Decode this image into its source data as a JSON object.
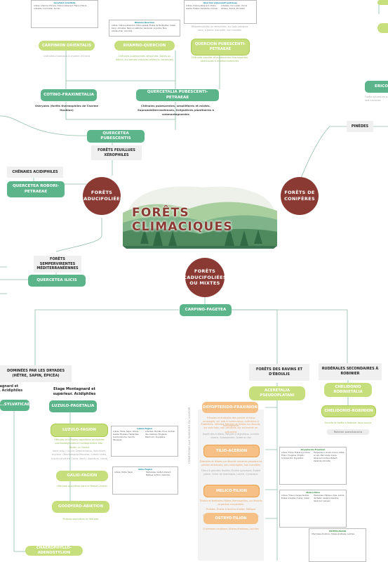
{
  "title": "FORÊTS CLIMACIQUES",
  "hubs": {
    "caducifolies": "FORÊTS CADUCIFOLIÉES",
    "coniferes": "FORÊTS DE CONIFÈRES",
    "mixtes": "FORÊTS CADUCIFOLIÉES OU MIXTES"
  },
  "top": {
    "carpinion": "CARPINION ORIENTALIS",
    "carpinion_note": "Chênaies-charmaies à charme d'Orient",
    "rhamno": "RHAMNO-QUERCION",
    "rhamno_note": "Chênaies pubescentes xérophiles. Dalles ou débris, sur pentes calcaires arides ou rocheuses",
    "quercion_pub": "QUERCION PUBESCENTI-PETRAEAE",
    "quercion_pub_note": "Chênaies sessiles et pubescentes thermophiles atlantiques à méditerranéennes",
    "top_note": "Mésoxérophiles ou xérophiles, sur sols calcaires secs, à pente marquée, non inondés",
    "cotino": "COTINO-FRAXINETALIA",
    "cotino_note": "Ostryaies (forêts thermophiles de Charme Houblon)",
    "quercetalia": "QUERCETALIA PUBESCENTI-PETRAEAE",
    "quercetalia_note": "Chênaies pubescentes, sessiliflores et mixtes. Supraméditerranéennes, irrégulières planitiaires à submontagnardes",
    "quercetea_pub": "QUERCETEA PUBESCENTIS",
    "feuillues_xero": "FORÊTS FEUILLUES XÉROPHILES"
  },
  "left": {
    "chenaies": "CHÊNAIES ACIDIPHILES",
    "quercetea_robori": "QUERCETEA ROBORI-PETRAEAE",
    "sempervirentes": "FORÊTS SEMPERVIRENTES MÉDITERRANÉENNES",
    "quercetea_ilicis": "QUERCETEA ILICIS"
  },
  "right": {
    "erico": "ERICO-",
    "erico_note": "Forêts sylvestres sur sols calcaires",
    "pinedes": "PINÈDES"
  },
  "lower": {
    "carpino_fagetea": "CARPINO-FAGETEA",
    "dominees": "DOMINÉES PAR LES DRYADES (HÊTRE, SAPIN, ÉPICÉA)",
    "montagnard_left": "...tagnard et ...r. Acidiphiles",
    "sylvaticae": "...SYLVATICAE",
    "montagnard": "Etage Montagnard et supérieur. Acidiphiles",
    "luzulo_fagetalia": "LUZULO-FAGETALIA",
    "luzulo_fagion": "LUZULO-FAGION",
    "luzulo_fagion_note1": "Hêtraies et hêtraies-sapinières acidiphiles submontagnardes à montagnardes. Mor, Moder, ou Podzol",
    "luzulo_fagion_note2": "(dont sols): Luzula, Deschampsia, Vaccinium, myrtille, Deschampsia flexuosa, Luzula nivea, Luzula sylvatica, Carex (dont). Aspidium, (dont)",
    "galio_fagion": "GALIO-FAGION",
    "galio_fagion_note": "Hêtraies-sapinières dans le Massif Central",
    "goodyero": "GOODYERO-ABIETION",
    "goodyero_note": "Pinèdes sapinières et hêtraies",
    "chaerophyllo": "CHAEROPHYLLO-ADENOSTYLION",
    "ravins": "FORÊTS DES RAVINS ET D'ÉBOULIS",
    "acerion": "ACERETALIA PSEUDOPLATANI",
    "dryopterido": "DRYOPTERIDO-FRAXINION",
    "dryopterido_note1": "Frênaies et érablaies des pentes et talus ombragés, sur sols à humus doux, collinéens à montagnards",
    "dryopterido_note2": "Érablières, hêtraies-frênaies et tiliaies sur éboulis, sur sols frais, non calcaires, sur sol enrichi en colluvions",
    "dryopterido_note3": "Aspérules à tilleul, Polystic à aiguillons, Lunaire vivace, Scolopendre, Actée en épi",
    "tilio": "TILIO-ACERION",
    "tilio_note1": "Érablaies et tiliaies sur éboulis calcaires grossiers et pentes rocheuses, peu ombragées, non inondées",
    "tilio_note2": "Tilleul à grandes feuilles, Érable sycomore, Érable plane, Orme de montagne, Laîche, Cynanque",
    "melico": "MELICO-TILION",
    "melico_note1": "Tiliaies et érablaies-tiliaies thermophiles, sur éboulis et pentes ensoleillées",
    "melico_note2": "Pinèdes, Érable à feuilles d'obier, Mélique",
    "melico_note3": "Erable. Mélique, Laîche, Trèfle, Tilleul, Seslérie, Centaurée, Chèvrefeuille, Sorbier (dont)",
    "ostryo": "OSTRYO-TILION",
    "ostryo_note": "Charmaies-houblons, tiliaies-érablaies, Laîches",
    "rudérales": "RUDÉRALES SECONDAIRES À ROBINIER",
    "chelidonio": "CHELIDONIO ROBINIETALIA",
    "chelidonio_rob": "CHELIDONIO-ROBINION",
    "chelidonio_note": "Fourrés et forêts à Robinier faux-acacia",
    "chelidonio_chip": "Robinier pseudoacacia",
    "vertical": "CONDITIONS AUX PARESSES DU VIVIFIER"
  },
  "tables": {
    "t1_head": "Quercion pubescenti-petraeae",
    "t1_cols": [
      "Arbres: Chêne pubescent, Chêne sessile, Érable champêtre, Cormier",
      "Arbustes: Cornouiller, Viorne lantane, Troène, Prunellier"
    ],
    "t2_head": "Rhamno-Quercion",
    "t2_body": "Arbres: Chêne pubescent, Chêne sessile, Érable de Montpellier, Alisier blanc. Arbustes: Nerprun alaterne, Genévrier oxycèdre, Buis, Amélanchier, Coronille",
    "t3_head": "Carpinion orientalis",
    "t3_body": "Arbres: Charme d'Orient, Chêne pubescent, Frêne à fleurs. Arbustes: Cornouiller, Sumac",
    "t4_head": "Luzulo-Fagion",
    "t4_cols": [
      "Arbres: Hêtre, Sapin, Chêne sessile, Bouleau. Herbacées: Luzule blanche, Canche flexueuse",
      "Arbustes: Myrtille, Houx, Sorbier des oiseleurs. Fougères: Blechnum, Dryoptéris"
    ],
    "t5_head": "Galio-Fagion",
    "t5_cols": [
      "Arbres: Hêtre, Sapin",
      "Herbacées: Gaillet odorant, Mélique uniflore, Aspérule"
    ],
    "t6_head": "Dryopterido-Fraxinion",
    "t6_cols": [
      "Arbres: Frêne, Érable sycomore, Tilleul. Fougères: Polystic, Scolopendre, Dryoptéris",
      "Herbacées: Lunaire vivace, Actée en épi, Mercuriale vivace, Géranium herbe-à-Robert, Aspérule odorante"
    ],
    "t7_head": "Melico-Tilion",
    "t7_cols": [
      "Arbres: Tilleul à larges feuilles, Érable à feuilles d'obier, Alisier",
      "Herbacées: Mélique ciliée, Laîche de Haller, Seslérie bleuâtre, Géranium sanguin"
    ]
  }
}
